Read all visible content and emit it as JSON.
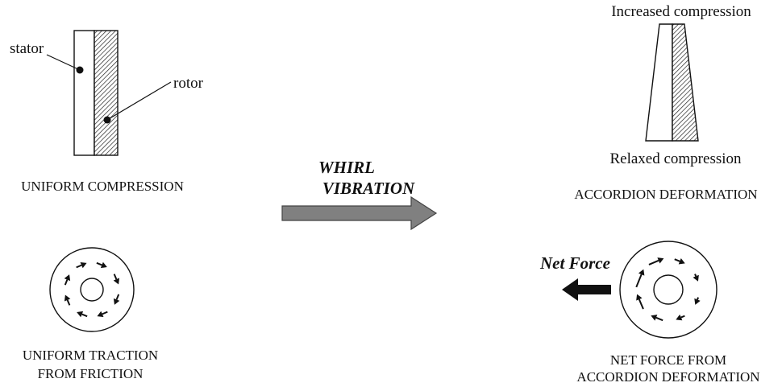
{
  "left": {
    "stator_label": "stator",
    "rotor_label": "rotor",
    "compression_caption": "UNIFORM COMPRESSION",
    "traction_caption_line1": "UNIFORM TRACTION",
    "traction_caption_line2": "FROM FRICTION"
  },
  "center": {
    "title_line1": "WHIRL",
    "title_line2": "VIBRATION"
  },
  "right": {
    "top_label": "Increased compression",
    "bottom_label": "Relaxed compression",
    "deformation_caption": "ACCORDION DEFORMATION",
    "net_force_label": "Net Force",
    "net_caption_line1": "NET FORCE FROM",
    "net_caption_line2": "ACCORDION DEFORMATION"
  },
  "colors": {
    "stroke": "#111111",
    "arrow_fill": "#808080",
    "background": "#ffffff"
  }
}
